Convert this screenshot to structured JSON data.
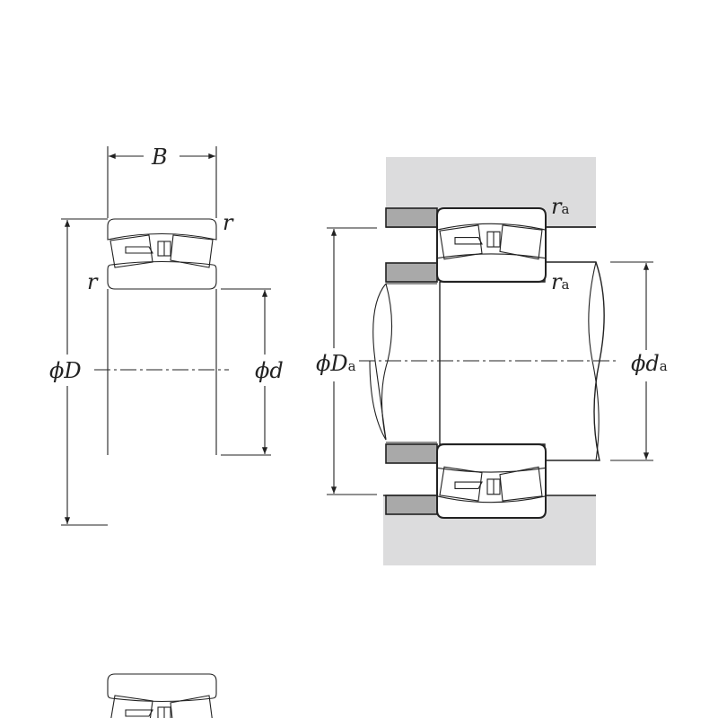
{
  "figure": {
    "left_view": {
      "width_label": "B",
      "chamfer_top": "r",
      "chamfer_bottom": "r",
      "outer_diameter": {
        "prefix": "ϕ",
        "symbol": "D"
      },
      "bore_diameter": {
        "prefix": "ϕ",
        "symbol": "d"
      }
    },
    "right_view": {
      "fillet_top": {
        "symbol": "r",
        "sub": "a"
      },
      "fillet_bottom": {
        "symbol": "r",
        "sub": "a"
      },
      "housing_shoulder_diameter": {
        "prefix": "ϕ",
        "symbol": "D",
        "sub": "a"
      },
      "shaft_shoulder_diameter": {
        "prefix": "ϕ",
        "symbol": "d",
        "sub": "a"
      }
    }
  },
  "colors": {
    "ring_fill": "#a9a9a9",
    "housing_fill": "#dcdcdd",
    "line": "#222222"
  }
}
